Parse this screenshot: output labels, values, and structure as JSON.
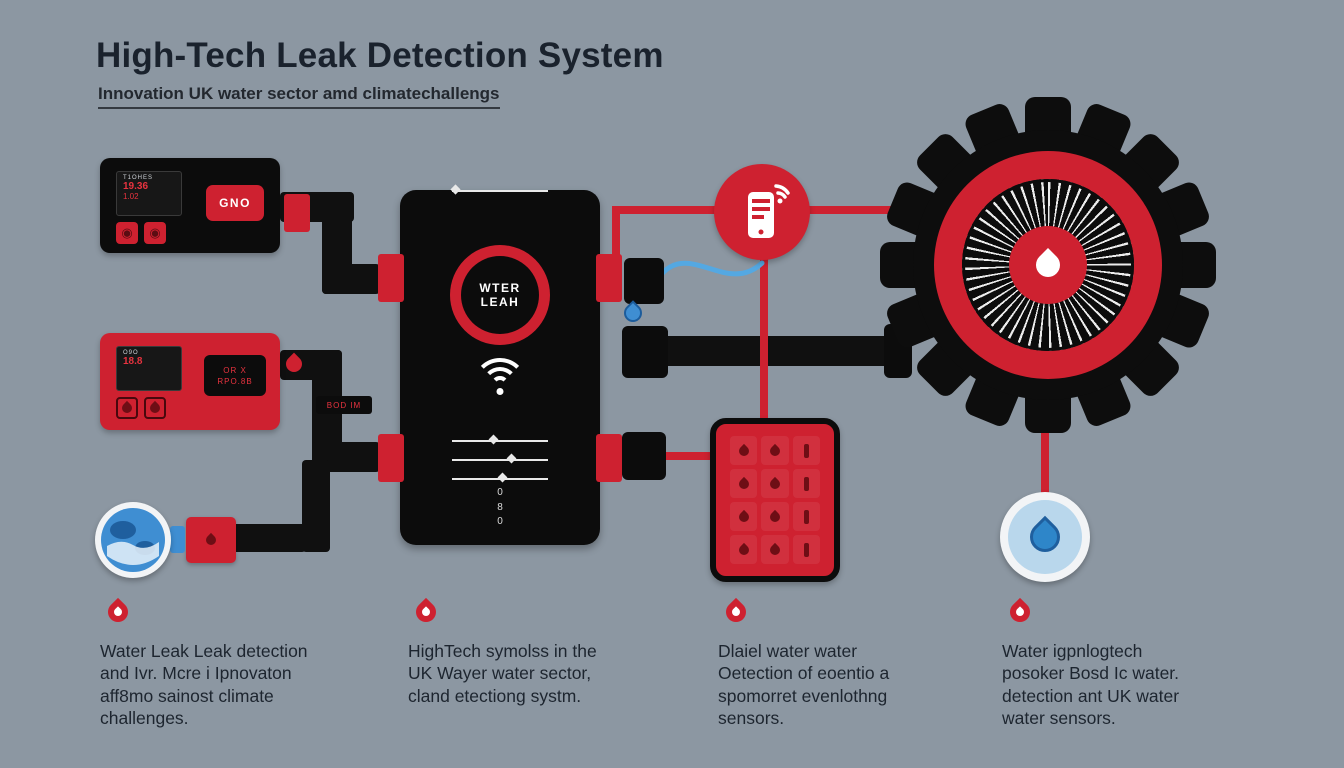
{
  "colors": {
    "background": "#8c97a2",
    "accent_red": "#ce2130",
    "device_black": "#0c0c0c",
    "water_blue": "#3f8ed2",
    "title_text": "#1a222d"
  },
  "header": {
    "title": "High-Tech Leak Detection System",
    "subtitle": "Innovation UK water sector amd climatechallengs"
  },
  "monitor1": {
    "screen_lines": [
      "T1OHES",
      "19.36",
      "1.02"
    ],
    "icon_glyphs": [
      "◉",
      "◉"
    ],
    "button_label": "GNO"
  },
  "monitor2": {
    "screen_lines": [
      "O9O",
      "18.8"
    ],
    "button_lines": [
      "OR X",
      "RPO.8B"
    ],
    "tag_label": "BOD IM"
  },
  "central": {
    "dial_line1": "WTER",
    "dial_line2": "LEAH",
    "readout": [
      "0",
      "8",
      "0"
    ]
  },
  "captions": [
    {
      "lines": [
        "Water Leak Leak detection",
        "and Ivr. Mcre i Ipnovaton",
        "aff8mo sainost climate",
        "challenges."
      ]
    },
    {
      "lines": [
        "HighTech symolss in the",
        "UK  Wayer water sector,",
        "cland etectiong systm."
      ]
    },
    {
      "lines": [
        "Dlaiel water water",
        "Oetection of eoentio a",
        "spomorret evenlothng",
        "sensors."
      ]
    },
    {
      "lines": [
        "Water igpnlogtech",
        "posoker Bosd Ic water.",
        "detection ant UK water",
        "water sensors."
      ]
    }
  ]
}
